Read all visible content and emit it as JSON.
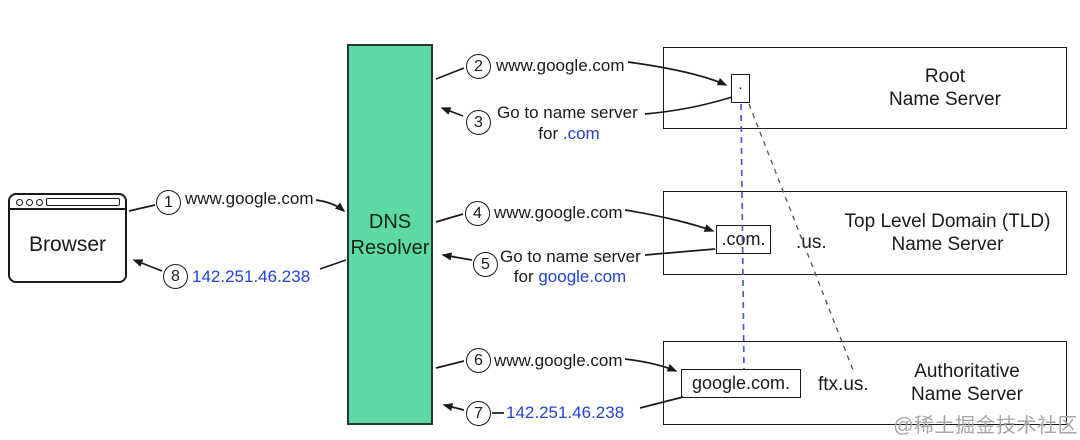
{
  "colors": {
    "resolver_fill": "#5fd9a3",
    "highlight_blue": "#2443d4",
    "dash_blue": "#4a5ecf",
    "line_black": "#1a1a1a",
    "watermark_gray": "#a6a6a6"
  },
  "browser": {
    "label": "Browser"
  },
  "resolver": {
    "line1": "DNS",
    "line2": "Resolver"
  },
  "servers": {
    "root": {
      "title1": "Root",
      "title2": "Name Server",
      "node": "."
    },
    "tld": {
      "title1": "Top Level Domain (TLD)",
      "title2": "Name Server",
      "node": ".com.",
      "sibling": ".us."
    },
    "auth": {
      "title1": "Authoritative",
      "title2": "Name Server",
      "node": "google.com.",
      "sibling": "ftx.us."
    }
  },
  "steps": {
    "s1": {
      "num": "1",
      "text": "www.google.com"
    },
    "s2": {
      "num": "2",
      "text": "www.google.com"
    },
    "s3": {
      "num": "3",
      "line1": "Go to name server",
      "line2_prefix": "for ",
      "line2_highlight": ".com"
    },
    "s4": {
      "num": "4",
      "text": "www.google.com"
    },
    "s5": {
      "num": "5",
      "line1": "Go to name server",
      "line2_prefix": "for ",
      "line2_highlight": "google.com"
    },
    "s6": {
      "num": "6",
      "text": "www.google.com"
    },
    "s7": {
      "num": "7",
      "text": "142.251.46.238"
    },
    "s8": {
      "num": "8",
      "text": "142.251.46.238"
    }
  },
  "watermark": "@稀土掘金技术社区"
}
